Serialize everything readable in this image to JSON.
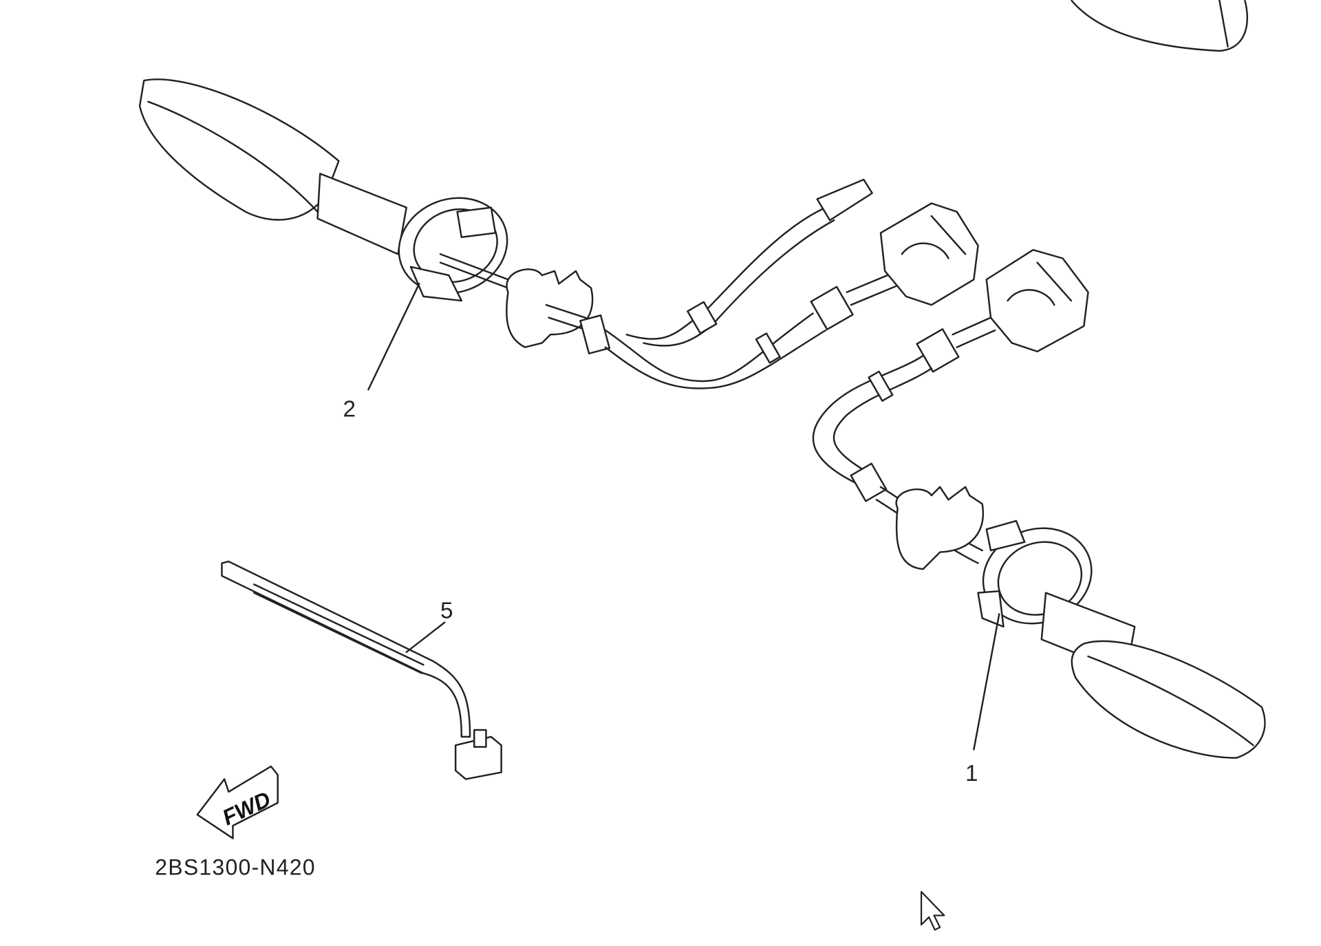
{
  "diagram": {
    "callouts": {
      "part1": "1",
      "part2": "2",
      "part5": "5"
    },
    "fwd_label": "FWD",
    "drawing_code": "2BS1300-N420"
  },
  "colors": {
    "line": "#222222",
    "background": "#ffffff"
  }
}
